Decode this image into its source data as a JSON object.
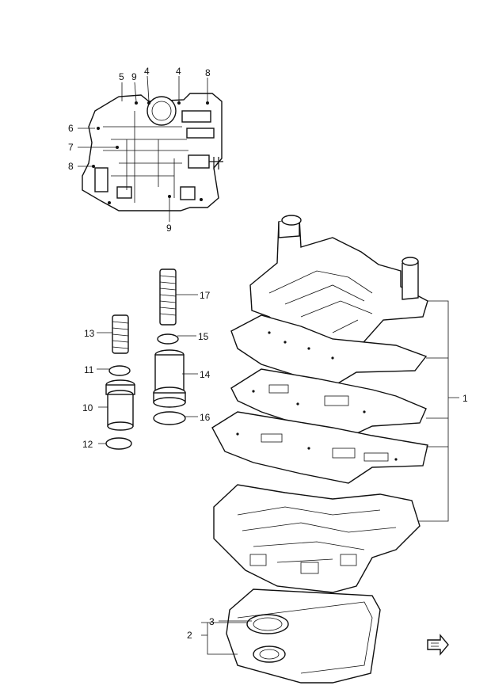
{
  "callouts": {
    "c1": "1",
    "c2": "2",
    "c3": "3",
    "c4a": "4",
    "c4b": "4",
    "c5": "5",
    "c6": "6",
    "c7": "7",
    "c8a": "8",
    "c8b": "8",
    "c9a": "9",
    "c9b": "9",
    "c10": "10",
    "c11": "11",
    "c12": "12",
    "c13": "13",
    "c14": "14",
    "c15": "15",
    "c16": "16",
    "c17": "17"
  },
  "icons": {
    "direction_arrow": "front-arrow-icon"
  }
}
